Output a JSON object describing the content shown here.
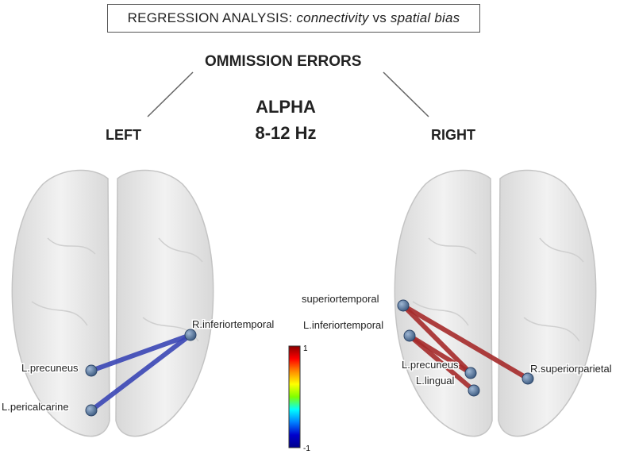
{
  "header": {
    "box_prefix": "REGRESSION ANALYSIS: ",
    "box_term1": "connectivity",
    "box_mid": " vs ",
    "box_term2": "spatial bias",
    "main_heading": "OMMISSION ERRORS",
    "band_name": "ALPHA",
    "band_range": "8-12 Hz"
  },
  "panels": {
    "left": {
      "label": "LEFT",
      "nodes": [
        "R.inferiortemporal",
        "L.precuneus",
        "L.pericalcarine"
      ],
      "connections": [
        {
          "from": "R.inferiortemporal",
          "to": "L.precuneus",
          "sign": "negative"
        },
        {
          "from": "R.inferiortemporal",
          "to": "L.pericalcarine",
          "sign": "negative"
        }
      ]
    },
    "right": {
      "label": "RIGHT",
      "nodes": [
        "superiortemporal",
        "L.inferiortemporal",
        "L.precuneus",
        "L.lingual",
        "R.superiorparietal"
      ],
      "connections": [
        {
          "from": "superiortemporal",
          "to": "L.precuneus",
          "sign": "positive"
        },
        {
          "from": "superiortemporal",
          "to": "R.superiorparietal",
          "sign": "positive"
        },
        {
          "from": "L.inferiortemporal",
          "to": "L.precuneus",
          "sign": "positive"
        },
        {
          "from": "L.inferiortemporal",
          "to": "L.lingual",
          "sign": "positive"
        }
      ]
    }
  },
  "colorbar": {
    "max_label": "1",
    "min_label": "-1",
    "colors": [
      "#8b0000",
      "#ff0000",
      "#ff8c00",
      "#ffff00",
      "#7fff00",
      "#00ffff",
      "#0080ff",
      "#0000cd",
      "#00008b"
    ]
  },
  "colors": {
    "negative": "#3a46b5",
    "positive": "#a52a2a",
    "node": "#4f6f94"
  }
}
